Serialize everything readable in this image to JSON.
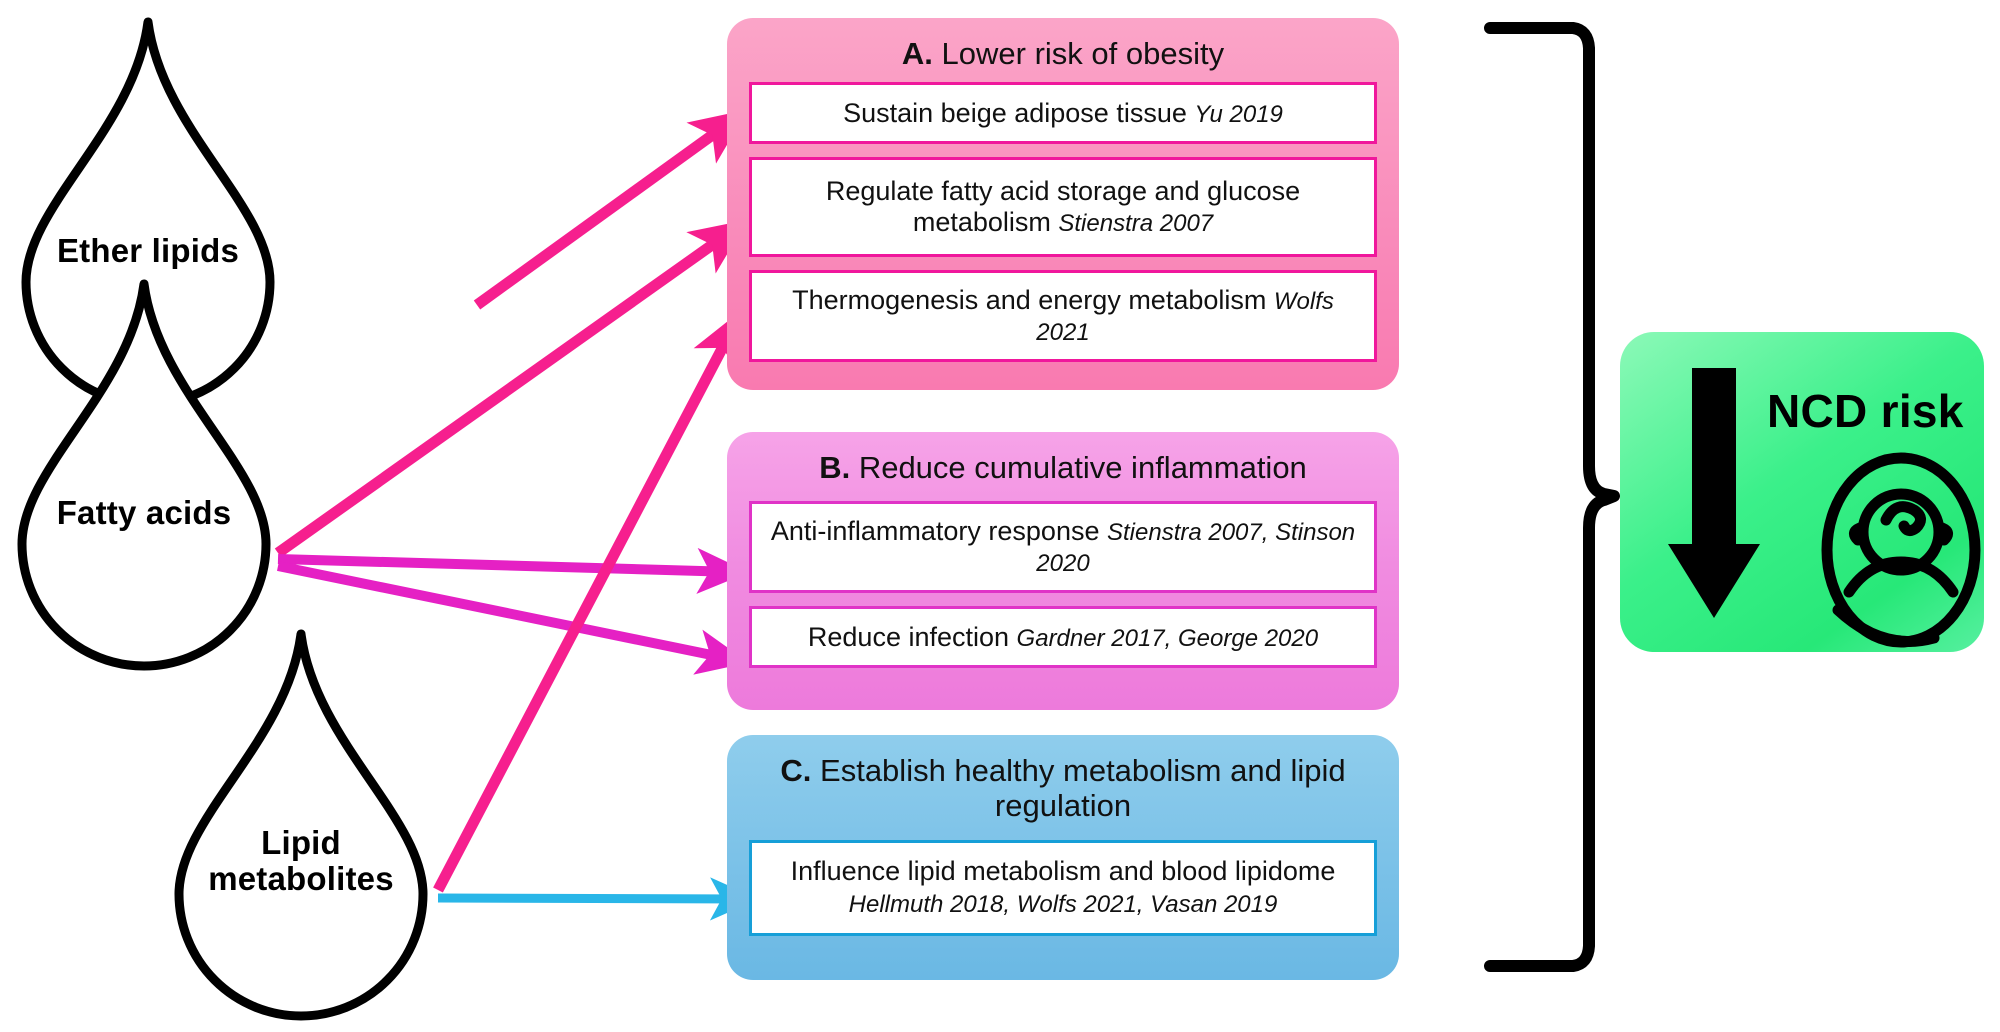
{
  "sources": [
    {
      "id": "ether-lipids",
      "label": "Ether lipids",
      "icon": "droplet-icon"
    },
    {
      "id": "fatty-acids",
      "label": "Fatty acids",
      "icon": "droplet-icon"
    },
    {
      "id": "lipid-metabolites",
      "label": "Lipid metabolites",
      "icon": "droplet-icon"
    }
  ],
  "panels": [
    {
      "id": "panel-a",
      "letter": "A.",
      "title": "Lower risk of obesity",
      "accent": "#f0179c",
      "fill": "#f98cbb",
      "items": [
        {
          "text": "Sustain beige adipose tissue ",
          "refs": "Yu 2019"
        },
        {
          "text": "Regulate fatty acid storage and glucose metabolism ",
          "refs": "Stienstra 2007"
        },
        {
          "text": "Thermogenesis and energy metabolism ",
          "refs": "Wolfs 2021"
        }
      ]
    },
    {
      "id": "panel-b",
      "letter": "B.",
      "title": "Reduce cumulative inflammation",
      "accent": "#e033c7",
      "fill": "#f08be0",
      "items": [
        {
          "text": "Anti-inflammatory response ",
          "refs": "Stienstra 2007, Stinson 2020"
        },
        {
          "text": "Reduce infection ",
          "refs": "Gardner 2017, George 2020"
        }
      ]
    },
    {
      "id": "panel-c",
      "letter": "C.",
      "title": "Establish healthy metabolism and lipid regulation",
      "accent": "#169fd8",
      "fill": "#7cc2e8",
      "items": [
        {
          "text": "Influence lipid metabolism and blood lipidome ",
          "refs": "Hellmuth 2018, Wolfs 2021, Vasan 2019"
        }
      ]
    }
  ],
  "outcome": {
    "label": "NCD risk",
    "direction": "down",
    "arrow_icon": "down-arrow-icon",
    "figure_icon": "swaddled-baby-icon",
    "color": "#3bf08a"
  },
  "connectors": [
    {
      "from": "ether-lipids",
      "to": "panel-a-item-1",
      "color": "#f61f8e"
    },
    {
      "from": "ether-lipids",
      "to": "panel-a-item-2",
      "color": "#f61f8e"
    },
    {
      "from": "fatty-acids",
      "to": "panel-a-item-3",
      "color": "#f61f8e"
    },
    {
      "from": "fatty-acids",
      "to": "panel-b-item-1",
      "color": "#e521c4"
    },
    {
      "from": "fatty-acids",
      "to": "panel-b-item-2",
      "color": "#e521c4"
    },
    {
      "from": "lipid-metabolites",
      "to": "panel-a-item-3",
      "color": "#f61f8e"
    },
    {
      "from": "lipid-metabolites",
      "to": "panel-c-item-1",
      "color": "#29b6e8"
    }
  ],
  "brace": {
    "icon": "right-curly-brace-icon"
  }
}
